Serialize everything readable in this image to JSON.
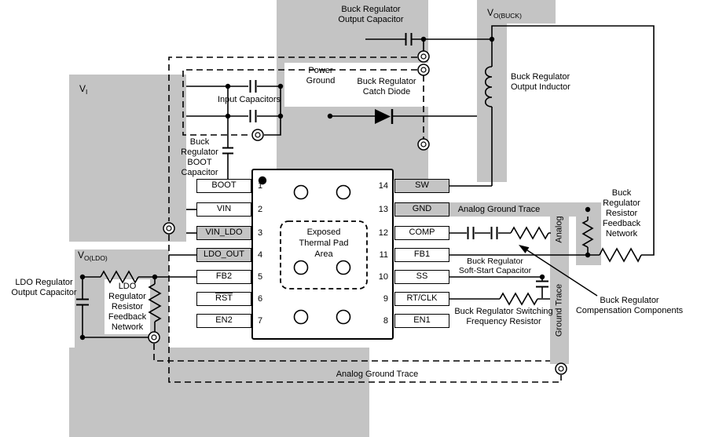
{
  "diagram": {
    "labels": {
      "buck_output_cap": [
        "Buck Regulator",
        "Output Capacitor"
      ],
      "vo_buck": {
        "main": "V",
        "sub": "O(BUCK)"
      },
      "power_ground": [
        "Power",
        "Ground"
      ],
      "catch_diode": [
        "Buck Regulator",
        "Catch Diode"
      ],
      "output_inductor": [
        "Buck Regulator",
        "Output Inductor"
      ],
      "vi": {
        "main": "V",
        "sub": "I"
      },
      "input_capacitors": "Input Capacitors",
      "boot_cap": [
        "Buck",
        "Regulator",
        "BOOT",
        "Capacitor"
      ],
      "analog_ground_trace_right": "Analog Ground Trace",
      "buck_fb_network": [
        "Buck",
        "Regulator",
        "Resistor",
        "Feedback",
        "Network"
      ],
      "analog_vertical": "Analog",
      "ground_trace_vertical": "Ground Trace",
      "vo_ldo": {
        "main": "V",
        "sub": "O(LDO)"
      },
      "ldo_output_cap": [
        "LDO Regulator",
        "Output Capacitor"
      ],
      "ldo_fb_network": [
        "LDO",
        "Regulator",
        "Resistor",
        "Feedback",
        "Network"
      ],
      "soft_start_cap": [
        "Buck Regulator",
        "Soft-Start Capacitor"
      ],
      "freq_resistor": [
        "Buck Regulator Switching",
        "Frequency Resistor"
      ],
      "comp_components": [
        "Buck Regulator",
        "Compensation Components"
      ],
      "analog_ground_trace_bottom": "Analog Ground Trace",
      "thermal_pad": [
        "Exposed",
        "Thermal Pad",
        "Area"
      ]
    },
    "ic": {
      "left_pins": [
        {
          "num": "1",
          "label": "BOOT"
        },
        {
          "num": "2",
          "label": "VIN"
        },
        {
          "num": "3",
          "label": "VIN_LDO"
        },
        {
          "num": "4",
          "label": "LDO_OUT"
        },
        {
          "num": "5",
          "label": "FB2"
        },
        {
          "num": "6",
          "label": "RST"
        },
        {
          "num": "7",
          "label": "EN2"
        }
      ],
      "right_pins": [
        {
          "num": "14",
          "label": "SW"
        },
        {
          "num": "13",
          "label": "GND"
        },
        {
          "num": "12",
          "label": "COMP"
        },
        {
          "num": "11",
          "label": "FB1"
        },
        {
          "num": "10",
          "label": "SS"
        },
        {
          "num": "9",
          "label": "RT/CLK"
        },
        {
          "num": "8",
          "label": "EN1"
        }
      ]
    },
    "colors": {
      "copper": "#c4c4c4",
      "line": "#000000"
    }
  }
}
